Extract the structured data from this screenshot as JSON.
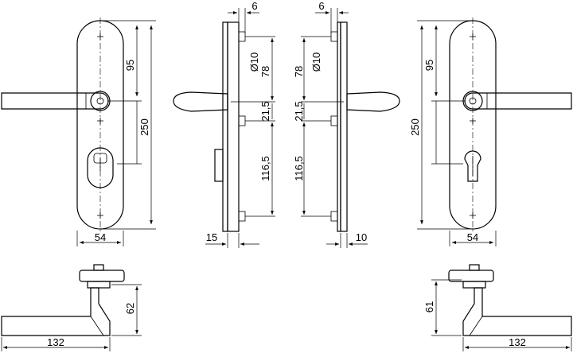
{
  "dimensions": {
    "front_left": {
      "plate_width": "54",
      "total_height": "250",
      "top_to_lever": "95"
    },
    "side_left": {
      "lever_offset": "6",
      "hole_diameter": "Ø10",
      "hole_to_lever": "78",
      "lever_to_mid": "21,5",
      "mid_to_bottom": "116,5",
      "plate_thickness": "15"
    },
    "side_right": {
      "lever_offset": "6",
      "hole_diameter": "Ø10",
      "hole_to_lever": "78",
      "lever_to_mid": "21,5",
      "mid_to_bottom": "116,5",
      "plate_thickness": "10"
    },
    "front_right": {
      "plate_width": "54",
      "total_height": "250",
      "top_to_lever": "95"
    },
    "lever_left": {
      "length": "132",
      "height": "62"
    },
    "lever_right": {
      "length": "132",
      "height": "61"
    }
  },
  "icons": {
    "screw_mark": "plus-glyph",
    "cylinder_cutout_left": "oval-cylinder-cutout",
    "cylinder_cutout_right": "profile-cylinder-cutout"
  }
}
